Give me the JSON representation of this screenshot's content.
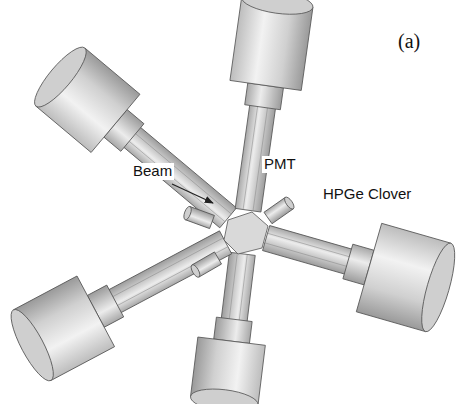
{
  "diagram": {
    "labels": [
      "(a)",
      "Beam",
      "PMT",
      "HPGe Clover"
    ]
  }
}
